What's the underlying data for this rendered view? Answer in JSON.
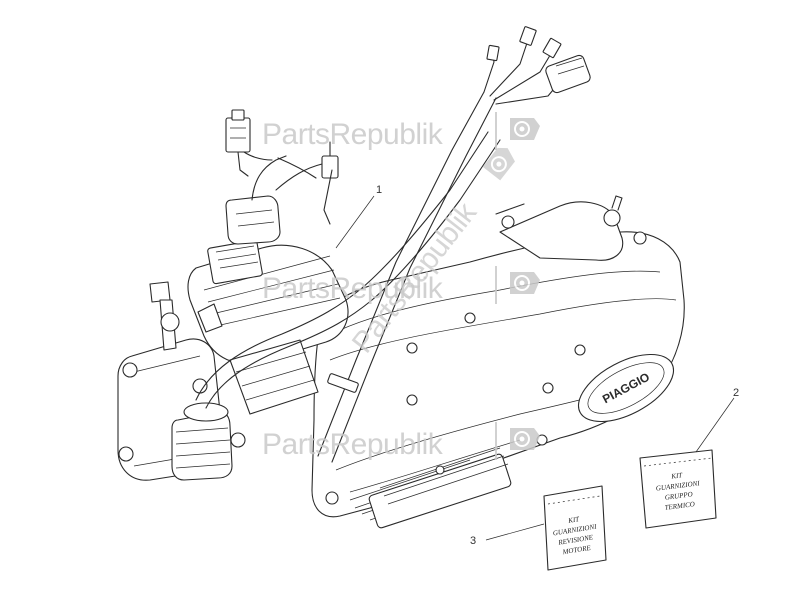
{
  "diagram": {
    "callouts": [
      "1",
      "2",
      "3"
    ],
    "engine_brand": "PIAGGIO",
    "kit_2_lines": [
      "KIT",
      "GUARNIZIONI",
      "GRUPPO",
      "TERMICO"
    ],
    "kit_3_lines": [
      "KIT",
      "GUARNIZIONI",
      "REVISIONE",
      "MOTORE"
    ]
  },
  "watermark": {
    "text": "PartsRepublik",
    "icon": "gear-icon"
  },
  "colors": {
    "line": "#2b2b2b",
    "watermark": "#c9c9c9",
    "background": "#ffffff"
  }
}
